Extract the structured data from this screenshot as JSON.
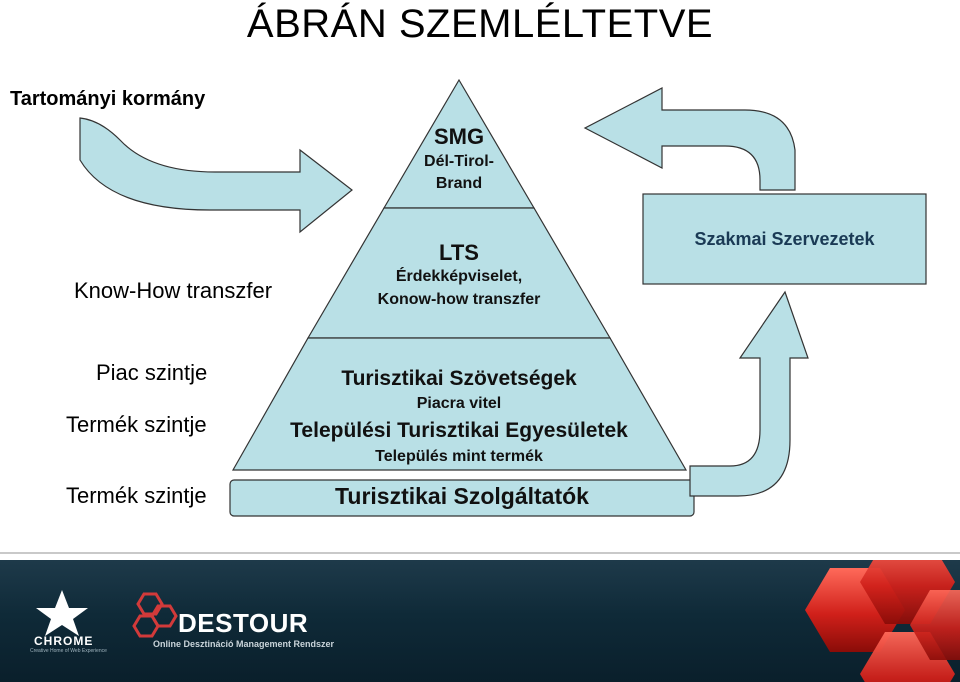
{
  "title": "ÁBRÁN SZEMLÉLTETVE",
  "left_labels": {
    "tartomanyi": "Tartományi kormány",
    "knowhow": "Know-How transzfer",
    "piac": "Piac szintje",
    "termek1": "Termék szintje",
    "termek2": "Termék szintje"
  },
  "pyramid": {
    "smg_title": "SMG",
    "smg_line1": "Dél-Tirol-",
    "smg_line2": "Brand",
    "lts_title": "LTS",
    "lts_line1": "Érdekképviselet,",
    "lts_line2": "Konow-how transzfer",
    "tsz_title": "Turisztikai Szövetségek",
    "tsz_sub": "Piacra vitel",
    "tte_title": "Települési Turisztikai Egyesületek",
    "tte_sub": "Település mint termék"
  },
  "base_box": "Turisztikai Szolgáltatók",
  "right_box": "Szakmai Szervezetek",
  "colors": {
    "fill": "#b9e0e6",
    "stroke": "#333333"
  },
  "footer": {
    "chrome_label": "CHROME",
    "chrome_sub": "Creative Home of Web Experience",
    "destour_label": "DESTOUR",
    "destour_sub": "Online Desztináció Management Rendszer"
  }
}
